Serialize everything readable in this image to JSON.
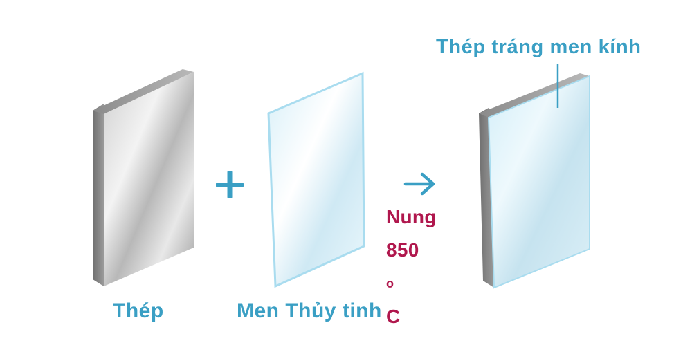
{
  "labels": {
    "steel": "Thép",
    "glass_enamel": "Men Thủy tinh",
    "result": "Thép tráng men kính",
    "process_line1": "Nung",
    "process_temp_value": "850",
    "process_temp_degree": "o",
    "process_temp_unit": "C"
  },
  "operators": {
    "plus": "plus-sign",
    "arrow": "right-arrow"
  },
  "colors": {
    "label_blue": "#3a9fc4",
    "process_red": "#b0174d",
    "steel_light": "#eeeeee",
    "steel_dark": "#8f8f8f",
    "glass_light": "#f2fbfe",
    "glass_edge": "#a9dcef"
  }
}
